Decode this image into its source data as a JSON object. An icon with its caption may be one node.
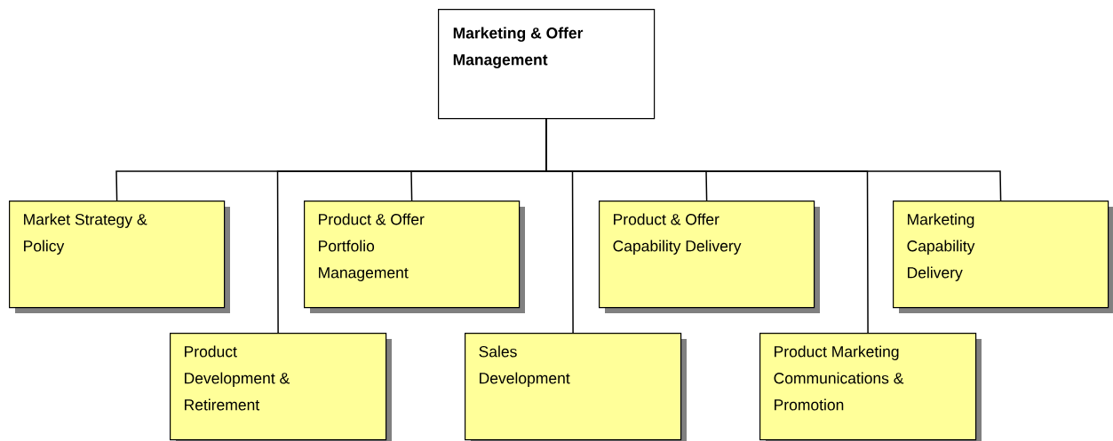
{
  "diagram": {
    "nodes": [
      {
        "text": [
          "Marketing & Offer Management"
        ]
      },
      {
        "text": [
          "Market Strategy & Policy"
        ]
      },
      {
        "text": [
          "Product & Offer Portfolio Management"
        ]
      },
      {
        "text": [
          "Product & Offer Capability Delivery"
        ]
      },
      {
        "text": [
          "Marketing Capability Delivery"
        ]
      },
      {
        "text": [
          "Product Development & Retirement"
        ]
      },
      {
        "text": [
          "Sales Development"
        ]
      },
      {
        "text": [
          "Product Marketing Communications & Promotion"
        ]
      }
    ],
    "edges": [
      {
        "from": 0,
        "to": 1,
        "arrow": "none"
      },
      {
        "from": 0,
        "to": 5,
        "arrow": "none"
      },
      {
        "from": 0,
        "to": 2,
        "arrow": "none"
      },
      {
        "from": 0,
        "to": 6,
        "arrow": "none"
      },
      {
        "from": 0,
        "to": 3,
        "arrow": "none"
      },
      {
        "from": 0,
        "to": 7,
        "arrow": "none"
      },
      {
        "from": 0,
        "to": 4,
        "arrow": "none"
      }
    ]
  }
}
